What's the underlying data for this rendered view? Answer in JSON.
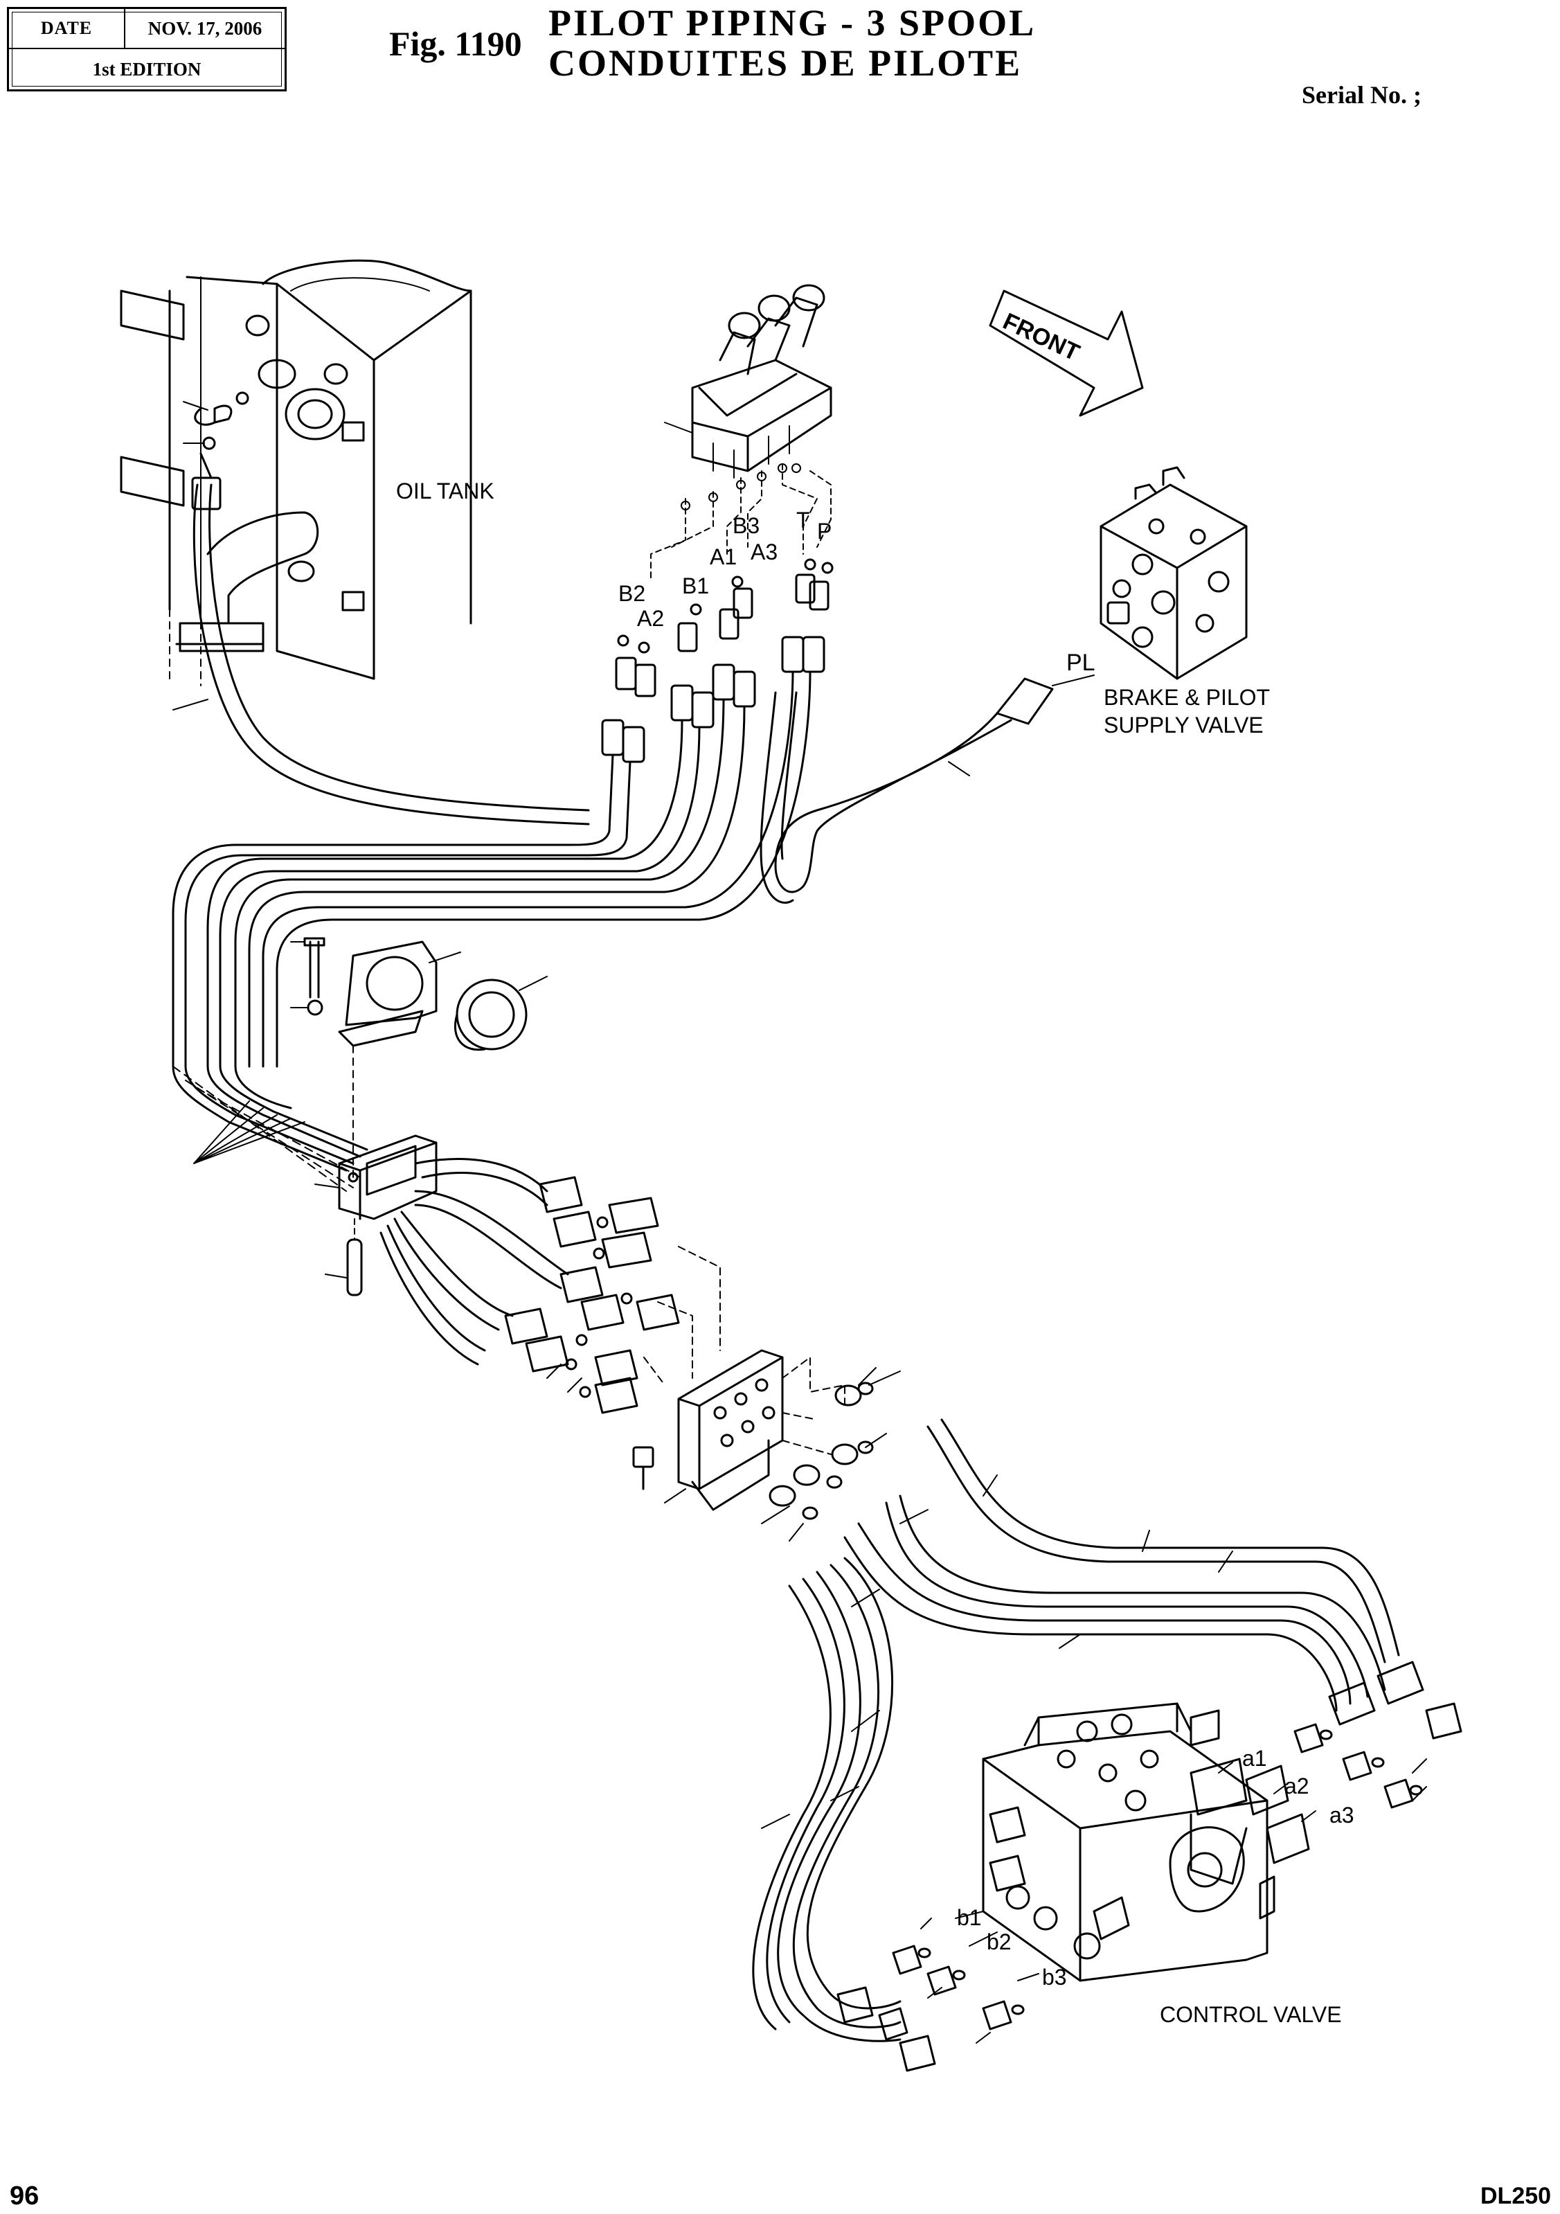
{
  "header": {
    "date_label": "DATE",
    "date_value": "NOV. 17, 2006",
    "edition": "1st EDITION",
    "fig_label": "Fig. 1190",
    "title_en": "PILOT PIPING - 3 SPOOL",
    "title_fr": "CONDUITES DE PILOTE",
    "serial": "Serial No. ;"
  },
  "labels": {
    "oil_tank": "OIL TANK",
    "front": "FRONT",
    "brake_valve_1": "BRAKE & PILOT",
    "brake_valve_2": "SUPPLY VALVE",
    "control_valve": "CONTROL VALVE",
    "pl": "PL",
    "ports_upper": [
      "B3",
      "T",
      "P",
      "A1",
      "A3",
      "B1",
      "B2",
      "A2"
    ],
    "ports_lower": [
      "a1",
      "a2",
      "a3",
      "b1",
      "b2",
      "b3"
    ]
  },
  "footer": {
    "page_number": "96",
    "model": "DL250"
  },
  "colors": {
    "ink": "#000000",
    "paper": "#ffffff"
  }
}
